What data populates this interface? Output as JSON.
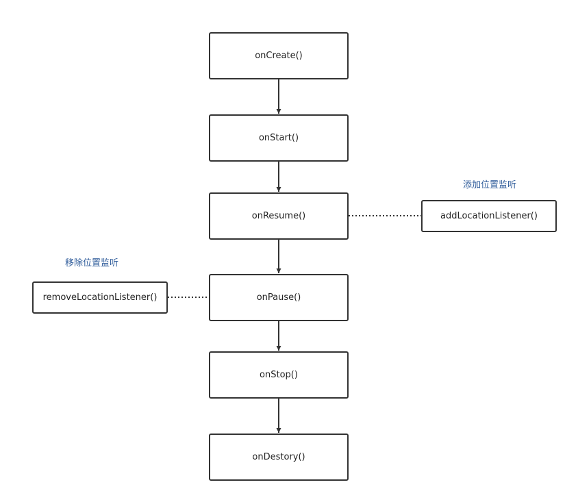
{
  "lifecycle": {
    "steps": [
      "onCreate()",
      "onStart()",
      "onResume()",
      "onPause()",
      "onStop()",
      "onDestory()"
    ]
  },
  "resume_listener": {
    "method": "addLocationListener()",
    "note": "添加位置监听"
  },
  "pause_listener": {
    "method": "removeLocationListener()",
    "note": "移除位置监听"
  },
  "colors": {
    "border": "#333333",
    "note_text": "#2e5b9a",
    "background": "#ffffff"
  }
}
